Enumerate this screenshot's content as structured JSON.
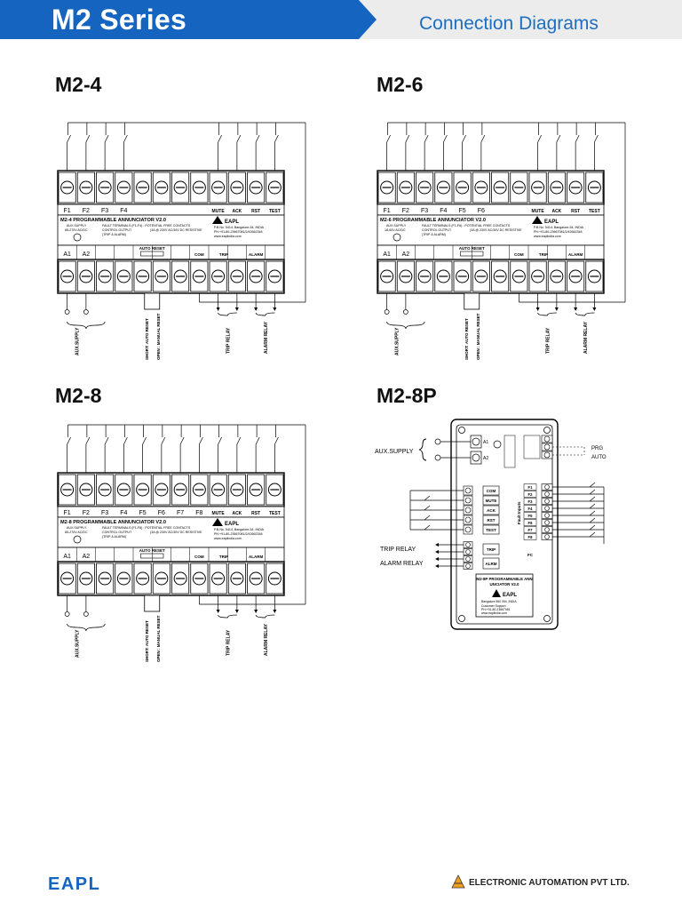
{
  "header": {
    "title": "M2 Series",
    "subtitle": "Connection Diagrams"
  },
  "sections": [
    {
      "title": "M2-4"
    },
    {
      "title": "M2-6"
    },
    {
      "title": "M2-8"
    },
    {
      "title": "M2-8P"
    }
  ],
  "diagrams": {
    "m24": {
      "faults": [
        "F1",
        "F2",
        "F3",
        "F4"
      ],
      "controls": [
        "MUTE",
        "ACK",
        "RST",
        "TEST"
      ],
      "model_text": "M2-4 PROGRAMMABLE ANNUNCIATOR V2.0",
      "brand": "EAPL",
      "addr": "P.B.No. 5414, Bangalore-54, INDIA",
      "phone": "PH:+91-80-23667081/2/42662348",
      "web": "www.eaplindia.com",
      "aux_label": "AUX.SUPPLY",
      "aux_volt": "85-270V AC/DC",
      "fault_terms": "FAULT TERMINALS (F1-F4) : POTENTIAL FREE CONTACTS",
      "ctrl_out": "CONTROL OUTPUT",
      "ctrl_rating": "(3A @ 230V AC/30V DC RESISTIVE",
      "trip_alarm": "(TRIP & ALARM)",
      "bottom_terms": [
        "A1",
        "A2"
      ],
      "auto_reset": "AUTO RESET",
      "com": "COM",
      "trip": "TRIP",
      "alarm": "ALARM",
      "lbl_aux": "AUX.SUPPLY",
      "lbl_short": "SHORT: AUTO RESET",
      "lbl_open": "OPEN : MANUAL RESET",
      "lbl_trip": "TRIP RELAY",
      "lbl_alarm": "ALARM RELAY"
    },
    "m26": {
      "faults": [
        "F1",
        "F2",
        "F3",
        "F4",
        "F5",
        "F6"
      ],
      "controls": [
        "MUTE",
        "ACK",
        "RST",
        "TEST"
      ],
      "model_text": "M2-6 PROGRAMMABLE ANNUNCIATOR V2.0",
      "brand": "EAPL",
      "addr": "P.B.No. 5414, Bangalore-54, INDIA",
      "phone": "PH:+91-80-23667081/2/42662348",
      "web": "www.eaplindia.com",
      "aux_label": "AUX.SUPPLY",
      "aux_volt": "18-60V AC/DC",
      "fault_terms": "FAULT TERMINALS (F1-F6) : POTENTIAL FREE CONTACTS",
      "ctrl_out": "CONTROL OUTPUT",
      "ctrl_rating": "(3A @ 230V AC/30V DC RESISTIVE",
      "trip_alarm": "(TRIP & ALARM)",
      "bottom_terms": [
        "A1",
        "A2"
      ],
      "auto_reset": "AUTO RESET",
      "com": "COM",
      "trip": "TRIP",
      "alarm": "ALARM",
      "lbl_aux": "AUX.SUPPLY",
      "lbl_short": "SHORT: AUTO RESET",
      "lbl_open": "OPEN : MANUAL RESET",
      "lbl_trip": "TRIP RELAY",
      "lbl_alarm": "ALARM RELAY"
    },
    "m28": {
      "faults": [
        "F1",
        "F2",
        "F3",
        "F4",
        "F5",
        "F6",
        "F7",
        "F8"
      ],
      "controls": [
        "MUTE",
        "ACK",
        "RST",
        "TEST"
      ],
      "model_text": "M2-8 PROGRAMMABLE ANNUNCIATOR V2.0",
      "brand": "EAPL",
      "addr": "P.B.No. 5414, Bangalore-54, INDIA",
      "phone": "PH:+91-80-23667081/2/42662348",
      "web": "www.eaplindia.com",
      "aux_label": "AUX.SUPPLY",
      "aux_volt": "85-270V AC/DC",
      "fault_terms": "FAULT TERMINALS (F1-F8) : POTENTIAL FREE CONTACTS",
      "ctrl_out": "CONTROL OUTPUT",
      "ctrl_rating": "(3A @ 230V AC/30V DC RESISTIVE",
      "trip_alarm": "(TRIP & ALARM)",
      "bottom_terms": [
        "A1",
        "A2"
      ],
      "auto_reset": "AUTO RESET",
      "com": "COM",
      "trip": "TRIP",
      "alarm": "ALARM",
      "lbl_aux": "AUX.SUPPLY",
      "lbl_short": "SHORT: AUTO RESET",
      "lbl_open": "OPEN : MANUAL RESET",
      "lbl_trip": "TRIP RELAY",
      "lbl_alarm": "ALARM RELAY"
    },
    "m28p": {
      "aux_supply": "AUX.SUPPLY",
      "trip_relay": "TRIP RELAY",
      "alarm_relay": "ALARM RELAY",
      "prg": "PRG",
      "auto": "AUTO",
      "a1": "A1",
      "a2": "A2",
      "left_terms": [
        "COM",
        "MUTE",
        "ACK",
        "RST",
        "TEST"
      ],
      "relay_terms": [
        "TRIP",
        "ALRM"
      ],
      "fault_terms": [
        "F1",
        "F2",
        "F3",
        "F4",
        "F5",
        "F6",
        "F7",
        "F8"
      ],
      "fc": "FC",
      "fault_inputs": "Fault Inputs",
      "model_text": "M2-8P PROGRAMMABLE ANNUNCIATOR V2.0",
      "brand": "EAPL",
      "city": "Bangalore 560 054, INDIA.",
      "support": "Customer Support",
      "phone": "PH:+91-80-23667081",
      "web": "www.eaplindia.com"
    }
  },
  "footer": {
    "logo": "EAPL",
    "company": "ELECTRONIC AUTOMATION PVT LTD."
  },
  "colors": {
    "brand_blue": "#1565c0",
    "header_grey": "#ececec",
    "subtitle_blue": "#1c6fc0"
  }
}
